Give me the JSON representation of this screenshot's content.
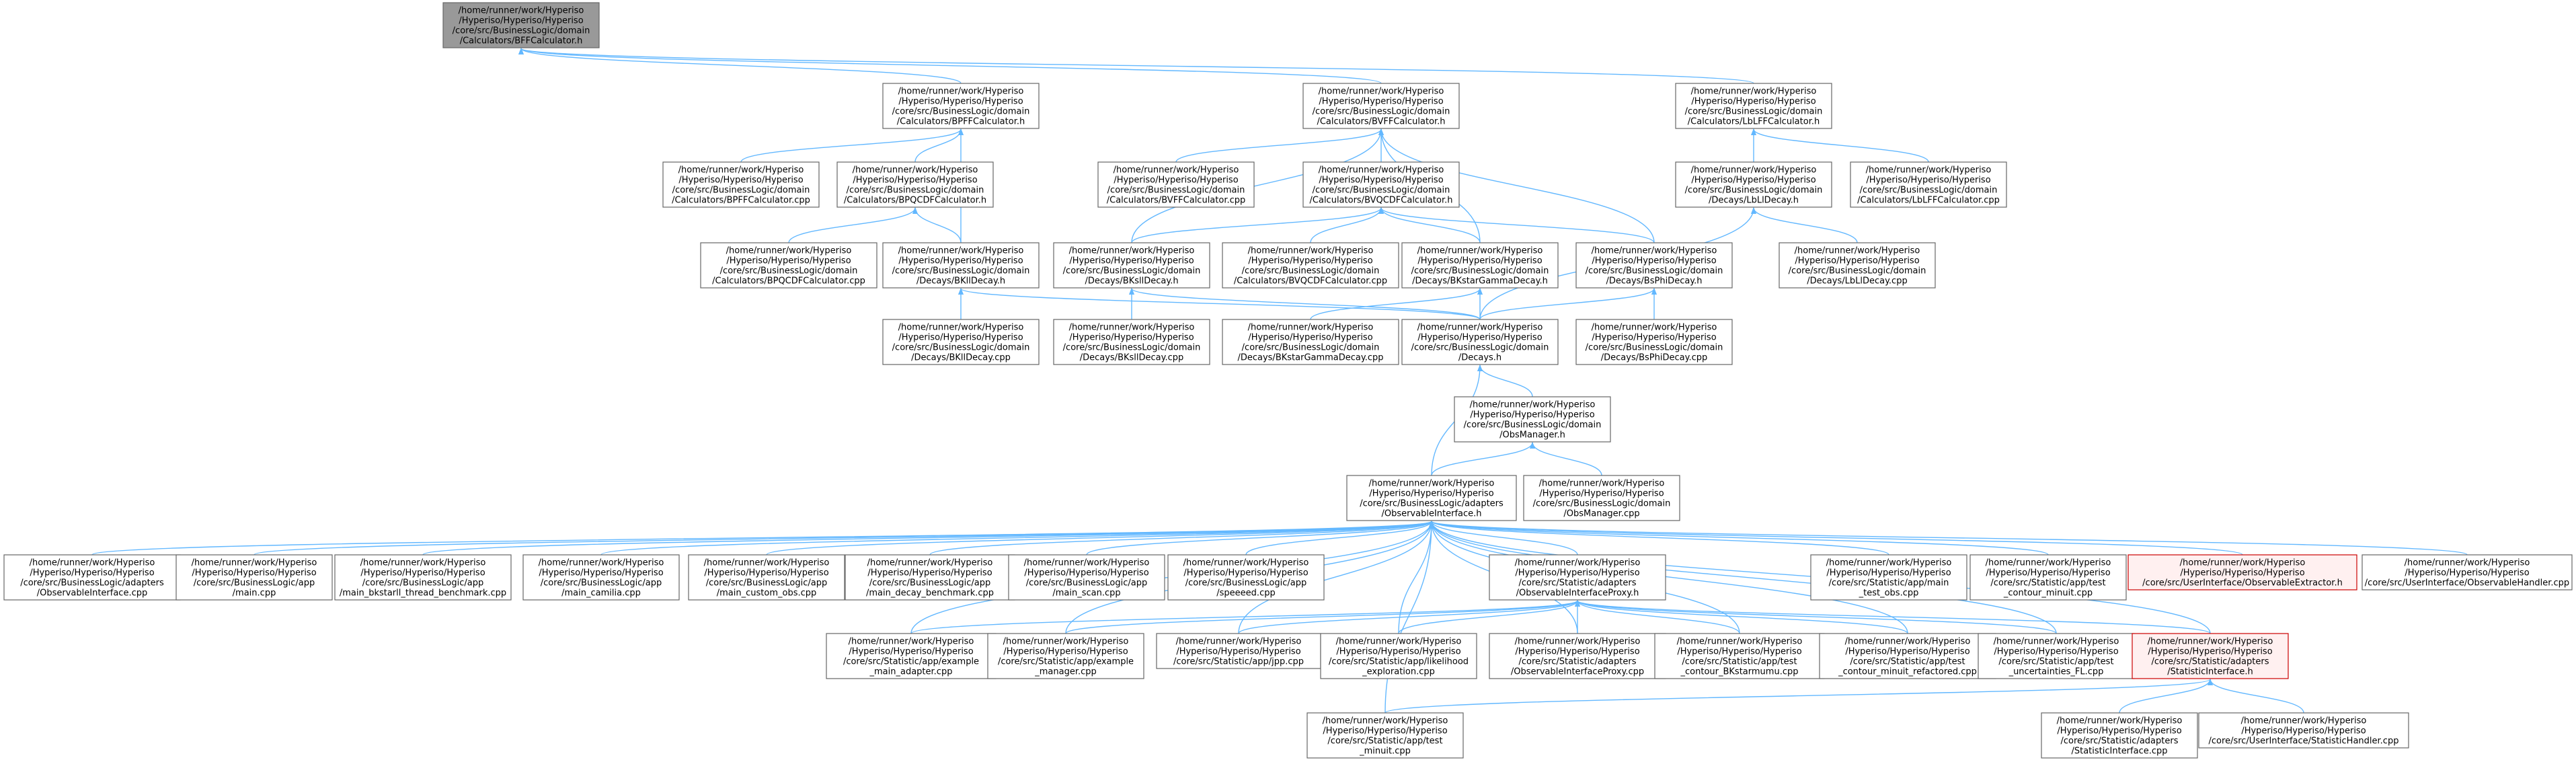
{
  "colors": {
    "edge": "#63b8ff",
    "node_border": "#666666",
    "focus_fill": "#999999",
    "warn_border": "#cc0000",
    "warn_fill": "#fff0f0"
  },
  "nodes": [
    {
      "id": "n0",
      "style": "focus",
      "lines": [
        "/home/runner/work/Hyperiso",
        "/Hyperiso/Hyperiso/Hyperiso",
        "/core/src/BusinessLogic/domain",
        "/Calculators/BFFCalculator.h"
      ]
    },
    {
      "id": "n1",
      "lines": [
        "/home/runner/work/Hyperiso",
        "/Hyperiso/Hyperiso/Hyperiso",
        "/core/src/BusinessLogic/domain",
        "/Calculators/BPFFCalculator.h"
      ]
    },
    {
      "id": "n2",
      "lines": [
        "/home/runner/work/Hyperiso",
        "/Hyperiso/Hyperiso/Hyperiso",
        "/core/src/BusinessLogic/domain",
        "/Calculators/BVFFCalculator.h"
      ]
    },
    {
      "id": "n3",
      "lines": [
        "/home/runner/work/Hyperiso",
        "/Hyperiso/Hyperiso/Hyperiso",
        "/core/src/BusinessLogic/domain",
        "/Calculators/LbLFFCalculator.h"
      ]
    },
    {
      "id": "n4",
      "lines": [
        "/home/runner/work/Hyperiso",
        "/Hyperiso/Hyperiso/Hyperiso",
        "/core/src/BusinessLogic/domain",
        "/Calculators/BPFFCalculator.cpp"
      ]
    },
    {
      "id": "n5",
      "lines": [
        "/home/runner/work/Hyperiso",
        "/Hyperiso/Hyperiso/Hyperiso",
        "/core/src/BusinessLogic/domain",
        "/Calculators/BPQCDFCalculator.h"
      ]
    },
    {
      "id": "n6",
      "lines": [
        "/home/runner/work/Hyperiso",
        "/Hyperiso/Hyperiso/Hyperiso",
        "/core/src/BusinessLogic/domain",
        "/Calculators/BVFFCalculator.cpp"
      ]
    },
    {
      "id": "n7",
      "lines": [
        "/home/runner/work/Hyperiso",
        "/Hyperiso/Hyperiso/Hyperiso",
        "/core/src/BusinessLogic/domain",
        "/Calculators/BVQCDFCalculator.h"
      ]
    },
    {
      "id": "n8",
      "lines": [
        "/home/runner/work/Hyperiso",
        "/Hyperiso/Hyperiso/Hyperiso",
        "/core/src/BusinessLogic/domain",
        "/Decays/LbLlDecay.h"
      ]
    },
    {
      "id": "n9",
      "lines": [
        "/home/runner/work/Hyperiso",
        "/Hyperiso/Hyperiso/Hyperiso",
        "/core/src/BusinessLogic/domain",
        "/Calculators/LbLFFCalculator.cpp"
      ]
    },
    {
      "id": "n10",
      "lines": [
        "/home/runner/work/Hyperiso",
        "/Hyperiso/Hyperiso/Hyperiso",
        "/core/src/BusinessLogic/domain",
        "/Calculators/BPQCDFCalculator.cpp"
      ]
    },
    {
      "id": "n11",
      "lines": [
        "/home/runner/work/Hyperiso",
        "/Hyperiso/Hyperiso/Hyperiso",
        "/core/src/BusinessLogic/domain",
        "/Decays/BKllDecay.h"
      ]
    },
    {
      "id": "n12",
      "lines": [
        "/home/runner/work/Hyperiso",
        "/Hyperiso/Hyperiso/Hyperiso",
        "/core/src/BusinessLogic/domain",
        "/Decays/BKsllDecay.h"
      ]
    },
    {
      "id": "n13",
      "lines": [
        "/home/runner/work/Hyperiso",
        "/Hyperiso/Hyperiso/Hyperiso",
        "/core/src/BusinessLogic/domain",
        "/Calculators/BVQCDFCalculator.cpp"
      ]
    },
    {
      "id": "n14",
      "lines": [
        "/home/runner/work/Hyperiso",
        "/Hyperiso/Hyperiso/Hyperiso",
        "/core/src/BusinessLogic/domain",
        "/Decays/BKstarGammaDecay.h"
      ]
    },
    {
      "id": "n15",
      "lines": [
        "/home/runner/work/Hyperiso",
        "/Hyperiso/Hyperiso/Hyperiso",
        "/core/src/BusinessLogic/domain",
        "/Decays/BsPhiDecay.h"
      ]
    },
    {
      "id": "n16",
      "lines": [
        "/home/runner/work/Hyperiso",
        "/Hyperiso/Hyperiso/Hyperiso",
        "/core/src/BusinessLogic/domain",
        "/Decays/LbLlDecay.cpp"
      ]
    },
    {
      "id": "n17",
      "lines": [
        "/home/runner/work/Hyperiso",
        "/Hyperiso/Hyperiso/Hyperiso",
        "/core/src/BusinessLogic/domain",
        "/Decays/BKllDecay.cpp"
      ]
    },
    {
      "id": "n18",
      "lines": [
        "/home/runner/work/Hyperiso",
        "/Hyperiso/Hyperiso/Hyperiso",
        "/core/src/BusinessLogic/domain",
        "/Decays/BKsllDecay.cpp"
      ]
    },
    {
      "id": "n19",
      "lines": [
        "/home/runner/work/Hyperiso",
        "/Hyperiso/Hyperiso/Hyperiso",
        "/core/src/BusinessLogic/domain",
        "/Decays/BKstarGammaDecay.cpp"
      ]
    },
    {
      "id": "n20",
      "lines": [
        "/home/runner/work/Hyperiso",
        "/Hyperiso/Hyperiso/Hyperiso",
        "/core/src/BusinessLogic/domain",
        "/Decays.h"
      ]
    },
    {
      "id": "n21",
      "lines": [
        "/home/runner/work/Hyperiso",
        "/Hyperiso/Hyperiso/Hyperiso",
        "/core/src/BusinessLogic/domain",
        "/Decays/BsPhiDecay.cpp"
      ]
    },
    {
      "id": "n22",
      "lines": [
        "/home/runner/work/Hyperiso",
        "/Hyperiso/Hyperiso/Hyperiso",
        "/core/src/BusinessLogic/domain",
        "/ObsManager.h"
      ]
    },
    {
      "id": "n23",
      "lines": [
        "/home/runner/work/Hyperiso",
        "/Hyperiso/Hyperiso/Hyperiso",
        "/core/src/BusinessLogic/adapters",
        "/ObservableInterface.h"
      ]
    },
    {
      "id": "n24",
      "lines": [
        "/home/runner/work/Hyperiso",
        "/Hyperiso/Hyperiso/Hyperiso",
        "/core/src/BusinessLogic/domain",
        "/ObsManager.cpp"
      ]
    },
    {
      "id": "n25",
      "lines": [
        "/home/runner/work/Hyperiso",
        "/Hyperiso/Hyperiso/Hyperiso",
        "/core/src/BusinessLogic/adapters",
        "/ObservableInterface.cpp"
      ]
    },
    {
      "id": "n26",
      "lines": [
        "/home/runner/work/Hyperiso",
        "/Hyperiso/Hyperiso/Hyperiso",
        "/core/src/BusinessLogic/app",
        "/main.cpp"
      ]
    },
    {
      "id": "n27",
      "lines": [
        "/home/runner/work/Hyperiso",
        "/Hyperiso/Hyperiso/Hyperiso",
        "/core/src/BusinessLogic/app",
        "/main_bkstarll_thread_benchmark.cpp"
      ]
    },
    {
      "id": "n28",
      "lines": [
        "/home/runner/work/Hyperiso",
        "/Hyperiso/Hyperiso/Hyperiso",
        "/core/src/BusinessLogic/app",
        "/main_camilia.cpp"
      ]
    },
    {
      "id": "n29",
      "lines": [
        "/home/runner/work/Hyperiso",
        "/Hyperiso/Hyperiso/Hyperiso",
        "/core/src/BusinessLogic/app",
        "/main_custom_obs.cpp"
      ]
    },
    {
      "id": "n30",
      "lines": [
        "/home/runner/work/Hyperiso",
        "/Hyperiso/Hyperiso/Hyperiso",
        "/core/src/BusinessLogic/app",
        "/main_decay_benchmark.cpp"
      ]
    },
    {
      "id": "n31",
      "lines": [
        "/home/runner/work/Hyperiso",
        "/Hyperiso/Hyperiso/Hyperiso",
        "/core/src/BusinessLogic/app",
        "/main_scan.cpp"
      ]
    },
    {
      "id": "n32",
      "lines": [
        "/home/runner/work/Hyperiso",
        "/Hyperiso/Hyperiso/Hyperiso",
        "/core/src/BusinessLogic/app",
        "/speeeed.cpp"
      ]
    },
    {
      "id": "n33",
      "lines": [
        "/home/runner/work/Hyperiso",
        "/Hyperiso/Hyperiso/Hyperiso",
        "/core/src/Statistic/adapters",
        "/ObservableInterfaceProxy.h"
      ]
    },
    {
      "id": "n34",
      "lines": [
        "/home/runner/work/Hyperiso",
        "/Hyperiso/Hyperiso/Hyperiso",
        "/core/src/Statistic/app/main",
        "_test_obs.cpp"
      ]
    },
    {
      "id": "n35",
      "lines": [
        "/home/runner/work/Hyperiso",
        "/Hyperiso/Hyperiso/Hyperiso",
        "/core/src/Statistic/app/test",
        "_contour_minuit.cpp"
      ]
    },
    {
      "id": "n36",
      "style": "warn",
      "lines": [
        "/home/runner/work/Hyperiso",
        "/Hyperiso/Hyperiso/Hyperiso",
        "/core/src/UserInterface/ObservableExtractor.h"
      ]
    },
    {
      "id": "n37",
      "lines": [
        "/home/runner/work/Hyperiso",
        "/Hyperiso/Hyperiso/Hyperiso",
        "/core/src/UserInterface/ObservableHandler.cpp"
      ]
    },
    {
      "id": "n38",
      "lines": [
        "/home/runner/work/Hyperiso",
        "/Hyperiso/Hyperiso/Hyperiso",
        "/core/src/Statistic/app/example",
        "_main_adapter.cpp"
      ]
    },
    {
      "id": "n39",
      "lines": [
        "/home/runner/work/Hyperiso",
        "/Hyperiso/Hyperiso/Hyperiso",
        "/core/src/Statistic/app/example",
        "_manager.cpp"
      ]
    },
    {
      "id": "n40",
      "lines": [
        "/home/runner/work/Hyperiso",
        "/Hyperiso/Hyperiso/Hyperiso",
        "/core/src/Statistic/app/jpp.cpp"
      ]
    },
    {
      "id": "n41",
      "lines": [
        "/home/runner/work/Hyperiso",
        "/Hyperiso/Hyperiso/Hyperiso",
        "/core/src/Statistic/app/likelihood",
        "_exploration.cpp"
      ]
    },
    {
      "id": "n42",
      "lines": [
        "/home/runner/work/Hyperiso",
        "/Hyperiso/Hyperiso/Hyperiso",
        "/core/src/Statistic/adapters",
        "/ObservableInterfaceProxy.cpp"
      ]
    },
    {
      "id": "n43",
      "lines": [
        "/home/runner/work/Hyperiso",
        "/Hyperiso/Hyperiso/Hyperiso",
        "/core/src/Statistic/app/test",
        "_contour_BKstarmumu.cpp"
      ]
    },
    {
      "id": "n44",
      "lines": [
        "/home/runner/work/Hyperiso",
        "/Hyperiso/Hyperiso/Hyperiso",
        "/core/src/Statistic/app/test",
        "_contour_minuit_refactored.cpp"
      ]
    },
    {
      "id": "n45",
      "lines": [
        "/home/runner/work/Hyperiso",
        "/Hyperiso/Hyperiso/Hyperiso",
        "/core/src/Statistic/app/test",
        "_uncertainties_FL.cpp"
      ]
    },
    {
      "id": "n46",
      "style": "warn",
      "lines": [
        "/home/runner/work/Hyperiso",
        "/Hyperiso/Hyperiso/Hyperiso",
        "/core/src/Statistic/adapters",
        "/StatisticInterface.h"
      ]
    },
    {
      "id": "n47",
      "lines": [
        "/home/runner/work/Hyperiso",
        "/Hyperiso/Hyperiso/Hyperiso",
        "/core/src/Statistic/app/test",
        "_minuit.cpp"
      ]
    },
    {
      "id": "n48",
      "lines": [
        "/home/runner/work/Hyperiso",
        "/Hyperiso/Hyperiso/Hyperiso",
        "/core/src/Statistic/adapters",
        "/StatisticInterface.cpp"
      ]
    },
    {
      "id": "n49",
      "lines": [
        "/home/runner/work/Hyperiso",
        "/Hyperiso/Hyperiso/Hyperiso",
        "/core/src/UserInterface/StatisticHandler.cpp"
      ]
    }
  ],
  "edges": [
    [
      "n1",
      "n0"
    ],
    [
      "n2",
      "n0"
    ],
    [
      "n3",
      "n0"
    ],
    [
      "n4",
      "n1"
    ],
    [
      "n5",
      "n1"
    ],
    [
      "n11",
      "n1"
    ],
    [
      "n10",
      "n5"
    ],
    [
      "n11",
      "n5"
    ],
    [
      "n6",
      "n2"
    ],
    [
      "n7",
      "n2"
    ],
    [
      "n12",
      "n2"
    ],
    [
      "n14",
      "n2"
    ],
    [
      "n15",
      "n2"
    ],
    [
      "n12",
      "n7"
    ],
    [
      "n13",
      "n7"
    ],
    [
      "n14",
      "n7"
    ],
    [
      "n15",
      "n7"
    ],
    [
      "n8",
      "n3"
    ],
    [
      "n9",
      "n3"
    ],
    [
      "n16",
      "n8"
    ],
    [
      "n20",
      "n8"
    ],
    [
      "n17",
      "n11"
    ],
    [
      "n20",
      "n11"
    ],
    [
      "n18",
      "n12"
    ],
    [
      "n20",
      "n12"
    ],
    [
      "n19",
      "n14"
    ],
    [
      "n20",
      "n14"
    ],
    [
      "n21",
      "n15"
    ],
    [
      "n20",
      "n15"
    ],
    [
      "n22",
      "n20"
    ],
    [
      "n23",
      "n20"
    ],
    [
      "n23",
      "n22"
    ],
    [
      "n24",
      "n22"
    ],
    [
      "n25",
      "n23"
    ],
    [
      "n26",
      "n23"
    ],
    [
      "n27",
      "n23"
    ],
    [
      "n28",
      "n23"
    ],
    [
      "n29",
      "n23"
    ],
    [
      "n30",
      "n23"
    ],
    [
      "n31",
      "n23"
    ],
    [
      "n32",
      "n23"
    ],
    [
      "n33",
      "n23"
    ],
    [
      "n34",
      "n23"
    ],
    [
      "n35",
      "n23"
    ],
    [
      "n36",
      "n23"
    ],
    [
      "n37",
      "n23"
    ],
    [
      "n38",
      "n23"
    ],
    [
      "n39",
      "n23"
    ],
    [
      "n40",
      "n23"
    ],
    [
      "n41",
      "n23"
    ],
    [
      "n42",
      "n23"
    ],
    [
      "n43",
      "n23"
    ],
    [
      "n44",
      "n23"
    ],
    [
      "n45",
      "n23"
    ],
    [
      "n46",
      "n23"
    ],
    [
      "n47",
      "n23"
    ],
    [
      "n38",
      "n33"
    ],
    [
      "n39",
      "n33"
    ],
    [
      "n40",
      "n33"
    ],
    [
      "n41",
      "n33"
    ],
    [
      "n42",
      "n33"
    ],
    [
      "n43",
      "n33"
    ],
    [
      "n44",
      "n33"
    ],
    [
      "n45",
      "n33"
    ],
    [
      "n46",
      "n33"
    ],
    [
      "n47",
      "n46"
    ],
    [
      "n48",
      "n46"
    ],
    [
      "n49",
      "n46"
    ]
  ]
}
